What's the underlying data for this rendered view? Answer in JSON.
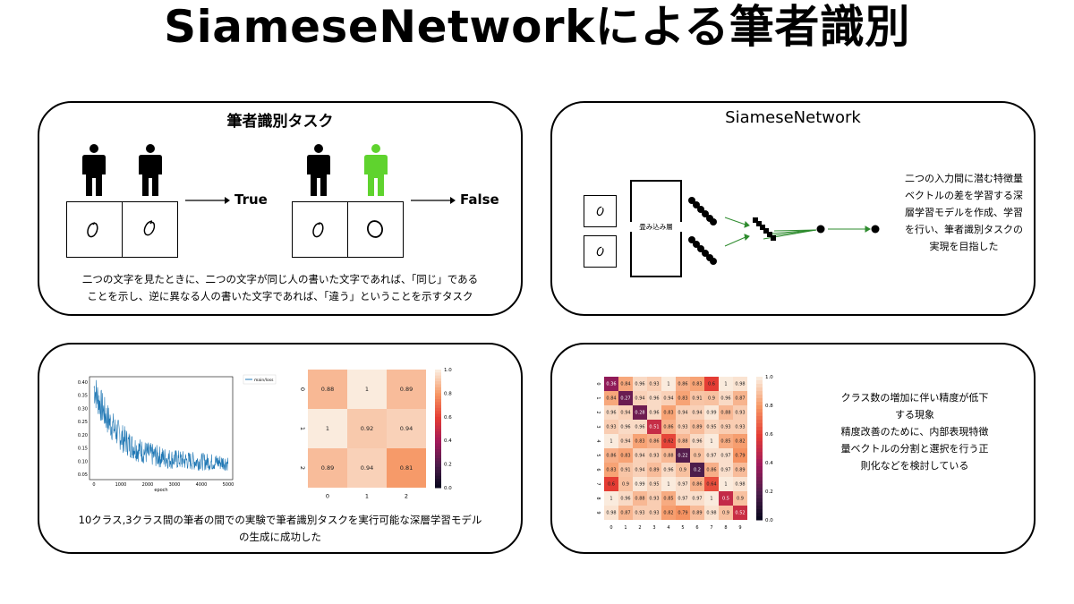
{
  "title": "SiameseNetworkによる筆者識別",
  "panel_task": {
    "title": "筆者識別タスク",
    "true_label": "True",
    "false_label": "False",
    "caption_line1": "二つの文字を見たときに、二つの文字が同じ人の書いた文字であれば、「同じ」である",
    "caption_line2": "ことを示し、逆に異なる人の書いた文字であれば、「違う」ということを示すタスク",
    "person_colors": [
      "#000000",
      "#000000",
      "#000000",
      "#5fd32e"
    ],
    "digit_icon": "handwritten-zero"
  },
  "panel_network": {
    "title": "SiameseNetwork",
    "conv_label": "畳み込み層",
    "desc_lines": [
      "二つの入力間に潜む特徴量",
      "ベクトルの差を学習する深",
      "層学習モデルを作成、学習",
      "を行い、筆者識別タスクの",
      "実現を目指した"
    ],
    "arrow_color": "#2e8b2e"
  },
  "panel_results": {
    "caption_line1": "10クラス,3クラス間の筆者の間での実験で筆者識別タスクを実行可能な深層学習モデル",
    "caption_line2": "の生成に成功した",
    "loss_chart": {
      "legend": "main/loss",
      "xlabel": "epoch",
      "yticks": [
        "0.40",
        "0.35",
        "0.30",
        "0.25",
        "0.20",
        "0.15",
        "0.10",
        "0.05"
      ],
      "xticks": [
        "0",
        "1000",
        "2000",
        "3000",
        "4000",
        "5000"
      ],
      "line_color": "#1f77b4"
    },
    "heatmap3": {
      "values": [
        [
          "0.88",
          "1",
          "0.89"
        ],
        [
          "1",
          "0.92",
          "0.94"
        ],
        [
          "0.89",
          "0.94",
          "0.81"
        ]
      ],
      "row_labels": [
        "0",
        "1",
        "2"
      ],
      "col_labels": [
        "0",
        "1",
        "2"
      ],
      "colorbar_ticks": [
        "1.0",
        "0.8",
        "0.6",
        "0.4",
        "0.2",
        "0.0"
      ]
    }
  },
  "panel_future": {
    "heatmap10": {
      "values": [
        [
          "0.36",
          "0.84",
          "0.96",
          "0.93",
          "1",
          "0.86",
          "0.83",
          "0.6",
          "1",
          "0.98"
        ],
        [
          "0.84",
          "0.27",
          "0.94",
          "0.96",
          "0.94",
          "0.83",
          "0.91",
          "0.9",
          "0.96",
          "0.87"
        ],
        [
          "0.96",
          "0.94",
          "0.28",
          "0.96",
          "0.83",
          "0.94",
          "0.94",
          "0.99",
          "0.88",
          "0.93"
        ],
        [
          "0.93",
          "0.96",
          "0.96",
          "0.51",
          "0.86",
          "0.93",
          "0.89",
          "0.95",
          "0.93",
          "0.93"
        ],
        [
          "1",
          "0.94",
          "0.83",
          "0.86",
          "0.62",
          "0.88",
          "0.96",
          "1",
          "0.85",
          "0.82"
        ],
        [
          "0.86",
          "0.83",
          "0.94",
          "0.93",
          "0.88",
          "0.22",
          "0.9",
          "0.97",
          "0.97",
          "0.79"
        ],
        [
          "0.83",
          "0.91",
          "0.94",
          "0.89",
          "0.96",
          "0.9",
          "0.2",
          "0.86",
          "0.97",
          "0.89"
        ],
        [
          "0.6",
          "0.9",
          "0.99",
          "0.95",
          "1",
          "0.97",
          "0.86",
          "0.64",
          "1",
          "0.98"
        ],
        [
          "1",
          "0.96",
          "0.88",
          "0.93",
          "0.85",
          "0.97",
          "0.97",
          "1",
          "0.5",
          "0.9"
        ],
        [
          "0.98",
          "0.87",
          "0.93",
          "0.93",
          "0.82",
          "0.79",
          "0.89",
          "0.98",
          "0.9",
          "0.52"
        ]
      ],
      "labels": [
        "0",
        "1",
        "2",
        "3",
        "4",
        "5",
        "6",
        "7",
        "8",
        "9"
      ],
      "colorbar_ticks": [
        "1.0",
        "0.8",
        "0.6",
        "0.4",
        "0.2",
        "0.0"
      ]
    },
    "desc_lines": [
      "クラス数の増加に伴い精度が低下",
      "する現象",
      "精度改善のために、内部表現特徴",
      "量ベクトルの分割と選択を行う正",
      "則化などを検討している"
    ]
  }
}
